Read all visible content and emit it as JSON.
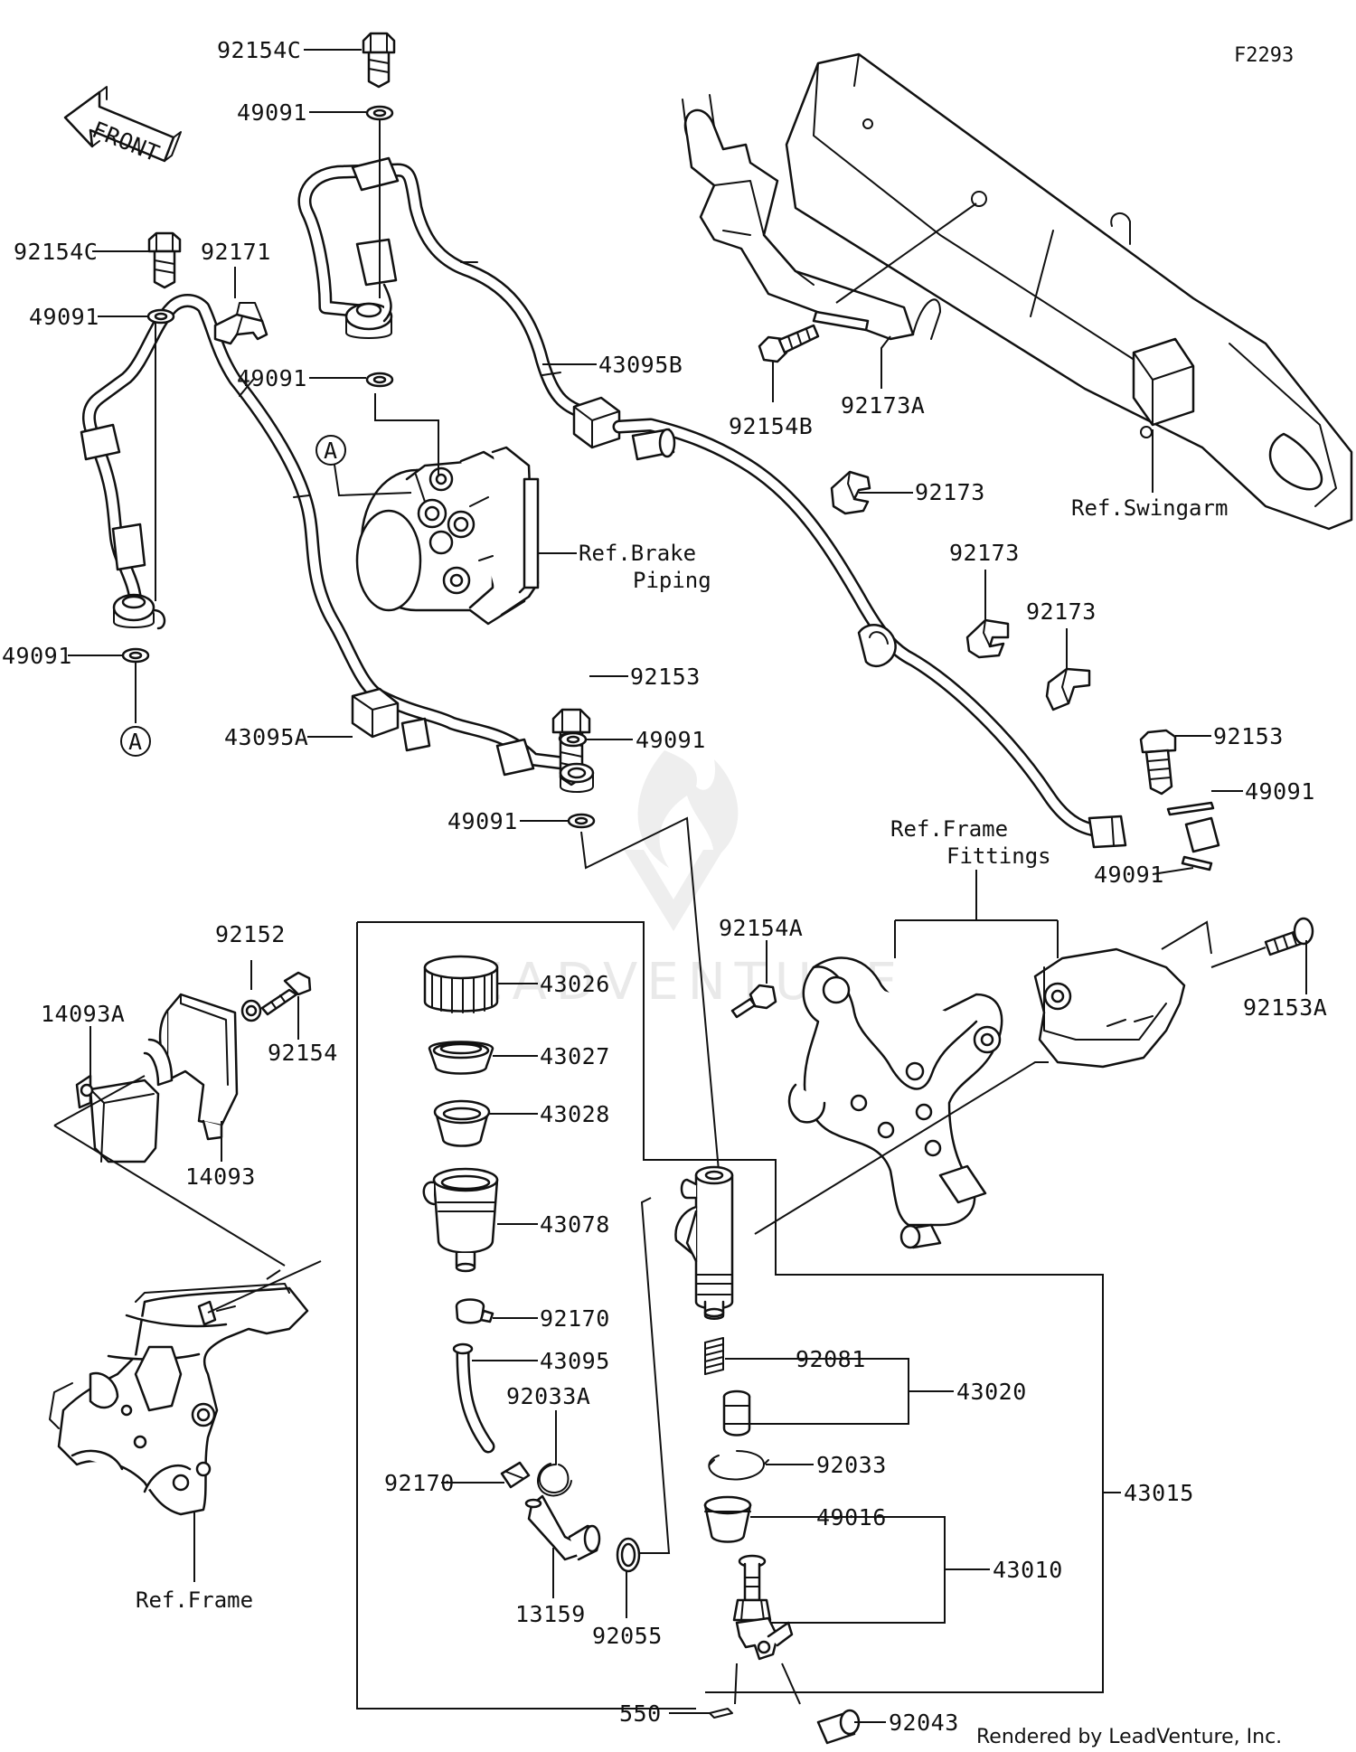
{
  "diagram": {
    "code": "F2293",
    "front_label": "FRONT",
    "callout_a": "A",
    "footer": "Rendered by LeadVenture, Inc.",
    "watermark": "LEADVENTURE",
    "refs": {
      "swingarm": "Ref.Swingarm",
      "brake_piping_1": "Ref.Brake",
      "brake_piping_2": "Piping",
      "frame_fittings_1": "Ref.Frame",
      "frame_fittings_2": "Fittings",
      "frame": "Ref.Frame"
    },
    "parts": {
      "p92154c_top": "92154C",
      "p49091_top1": "49091",
      "p92154c_left": "92154C",
      "p92171": "92171",
      "p49091_left1": "49091",
      "p49091_mid": "49091",
      "p49091_left2": "49091",
      "p43095b": "43095B",
      "p92154b": "92154B",
      "p92173a": "92173A",
      "p92173_1": "92173",
      "p92173_2": "92173",
      "p92173_3": "92173",
      "p92153_1": "92153",
      "p49091_c1": "49091",
      "p43095a": "43095A",
      "p49091_c2": "49091",
      "p92153_2": "92153",
      "p49091_r1": "49091",
      "p49091_r2": "49091",
      "p92152": "92152",
      "p14093a": "14093A",
      "p92154": "92154",
      "p14093": "14093",
      "p43026": "43026",
      "p43027": "43027",
      "p43028": "43028",
      "p43078": "43078",
      "p92154a": "92154A",
      "p92153a": "92153A",
      "p92170_1": "92170",
      "p43095": "43095",
      "p92033a": "92033A",
      "p92170_2": "92170",
      "p13159": "13159",
      "p92055": "92055",
      "p92081": "92081",
      "p43020": "43020",
      "p92033": "92033",
      "p43015": "43015",
      "p49016": "49016",
      "p43010": "43010",
      "p550": "550",
      "p92043": "92043"
    }
  }
}
